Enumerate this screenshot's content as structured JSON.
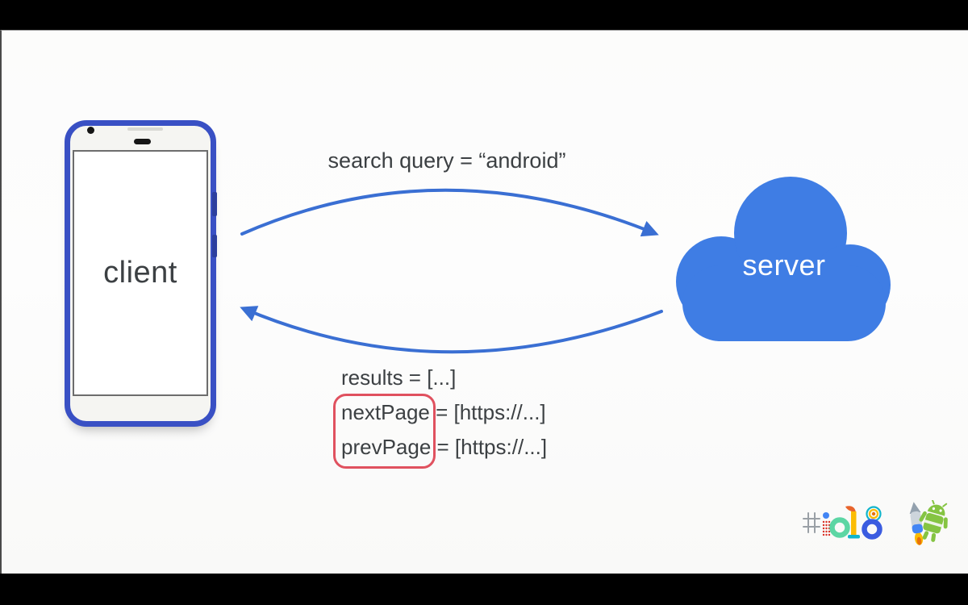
{
  "slide": {
    "client_label": "client",
    "server_label": "server",
    "request_label": "search query = “android”",
    "response": {
      "line1": "results = [...]",
      "line2": "nextPage = [https://...]",
      "line3": "prevPage = [https://...]"
    },
    "footer": {
      "hashtag_logo": "#io18",
      "hash_symbol": "#",
      "jetpack_logo": "android-jetpack"
    },
    "colors": {
      "arrow_blue": "#3a6fd3",
      "cloud_blue": "#3f7de4",
      "phone_frame_blue": "#3950c4",
      "text_dark": "#3c4043",
      "highlight_red": "#e0515f",
      "android_green": "#85c442"
    }
  }
}
